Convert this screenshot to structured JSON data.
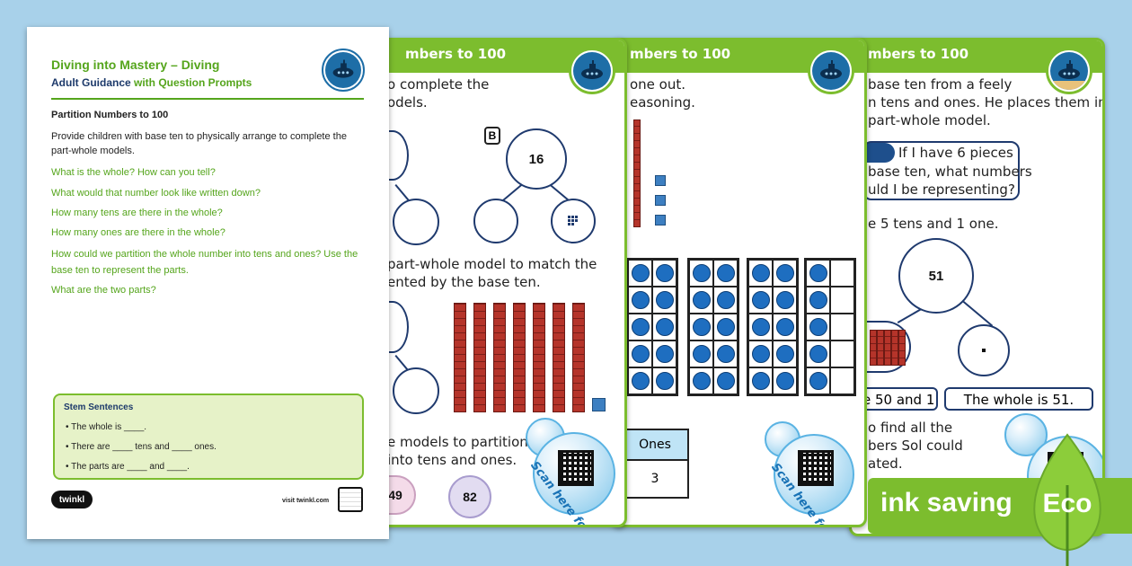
{
  "guidance_sheet": {
    "title": "Diving into Mastery – Diving",
    "subtitle_dark": "Adult Guidance",
    "subtitle_green": "with Question Prompts",
    "topic": "Partition Numbers to 100",
    "intro": "Provide children with base ten to physically arrange to complete the part-whole models.",
    "prompts": [
      "What is the whole? How can you tell?",
      "What would that number look like written down?",
      "How many tens are there in the whole?",
      "How many ones are there in the whole?",
      "How could we partition the whole number into tens and ones? Use the base ten to represent the parts.",
      "What are the two parts?"
    ],
    "stem_title": "Stem Sentences",
    "stems": [
      "The whole is ____.",
      "There are ____ tens and ____ ones.",
      "The parts are ____ and ____."
    ],
    "footer_logo": "twinkl",
    "footer_url": "visit twinkl.com"
  },
  "card1": {
    "header": "mbers to 100",
    "line1": "o complete the",
    "line2": "odels.",
    "label_b": "B",
    "whole_b": "16",
    "line3": "part-whole model to match the",
    "line4": "ented by the base ten.",
    "line5": "e models to partition",
    "line6": "into tens and ones.",
    "num_a": "49",
    "num_b": "82",
    "scan": "Scan here for help!"
  },
  "card2": {
    "header": "mbers to 100",
    "line1": "one out.",
    "line2": "easoning.",
    "table_header": "Ones",
    "table_value": "3",
    "scan": "Scan here for help!"
  },
  "card3": {
    "header": "mbers to 100",
    "line1": "base ten from a feely",
    "line2": "n tens and ones. He places them in",
    "line3": "part-whole model.",
    "speech1": "If I have 6 pieces",
    "speech2": "base ten, what numbers",
    "speech3": "uld I be representing?",
    "line4": "e 5 tens and 1 one.",
    "whole": "51",
    "box1": "e 50 and 1.",
    "box2": "The whole is 51.",
    "line5": "o find all the",
    "line6": "bers Sol could",
    "line7": "ated."
  },
  "eco_banner": {
    "text": "ink saving",
    "badge": "Eco"
  },
  "colors": {
    "brand_green": "#7cbd2e",
    "prompt_green": "#55a51c",
    "counter_blue": "#1e6ec0",
    "background": "#a8d1ea"
  }
}
